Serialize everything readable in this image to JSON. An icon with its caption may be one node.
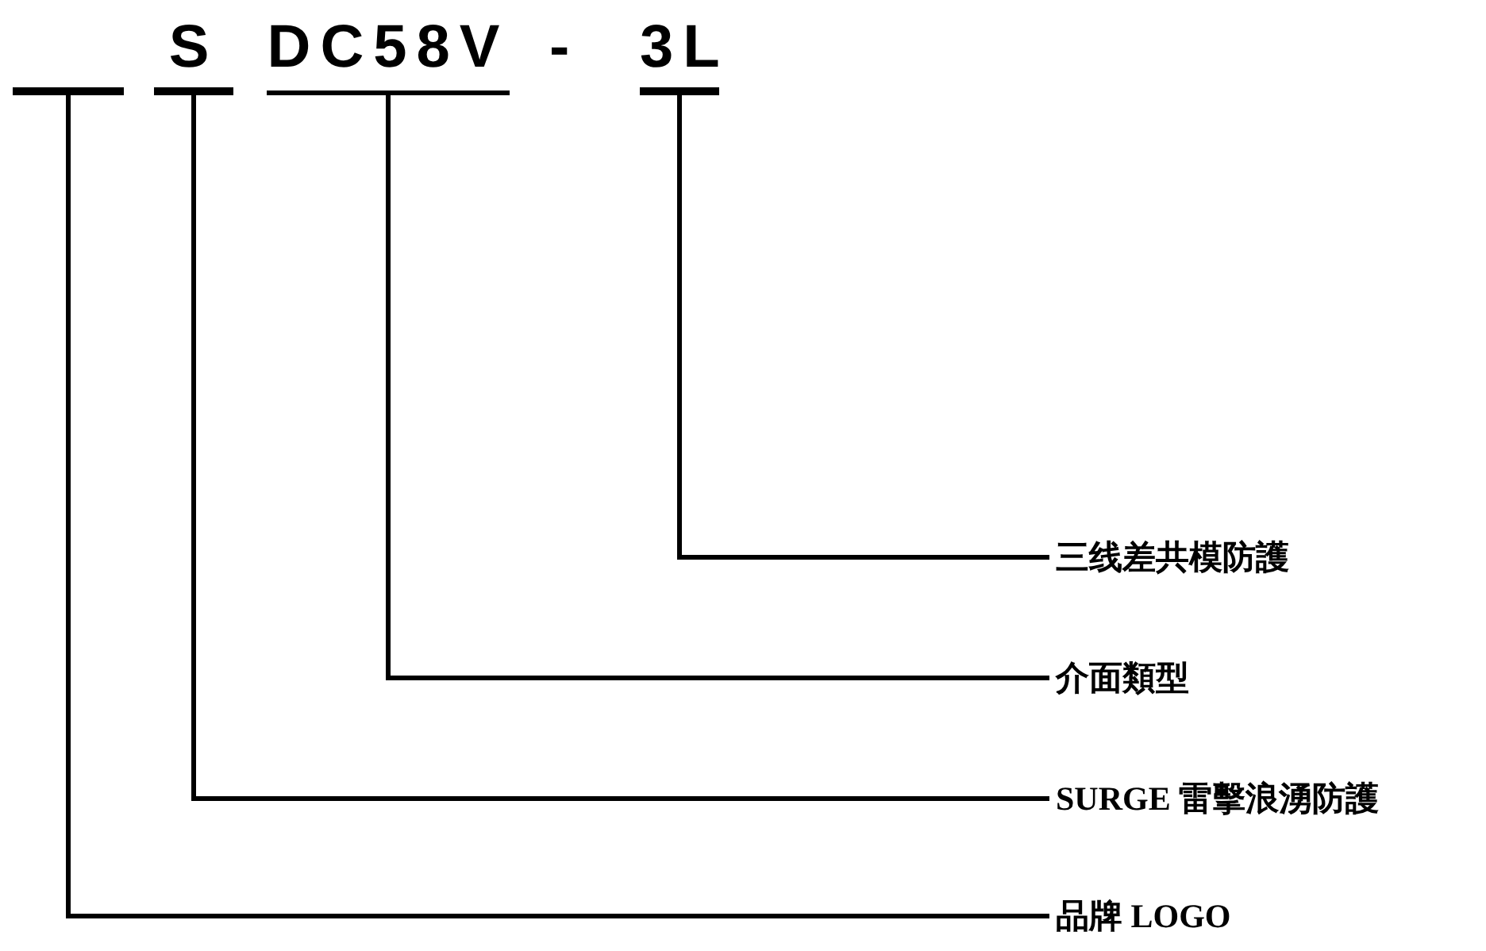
{
  "diagram": {
    "nodes": [
      {
        "text": [],
        "shape": "bar"
      },
      {
        "text": [
          "S"
        ]
      },
      {
        "text": [
          "DC58V"
        ]
      },
      {
        "text": [
          "3L"
        ]
      },
      {
        "text": [
          "三线差共模防護"
        ]
      },
      {
        "text": [
          "介面類型"
        ]
      },
      {
        "text": [
          "SURGE 雷擊浪湧防護"
        ]
      },
      {
        "text": [
          "品牌 LOGO"
        ]
      }
    ],
    "edges": [
      {
        "from": 3,
        "to": 4,
        "arrow": "none"
      },
      {
        "from": 2,
        "to": 5,
        "arrow": "none"
      },
      {
        "from": 1,
        "to": 6,
        "arrow": "none"
      },
      {
        "from": 0,
        "to": 7,
        "arrow": "none"
      }
    ],
    "labels": [
      "-"
    ]
  }
}
